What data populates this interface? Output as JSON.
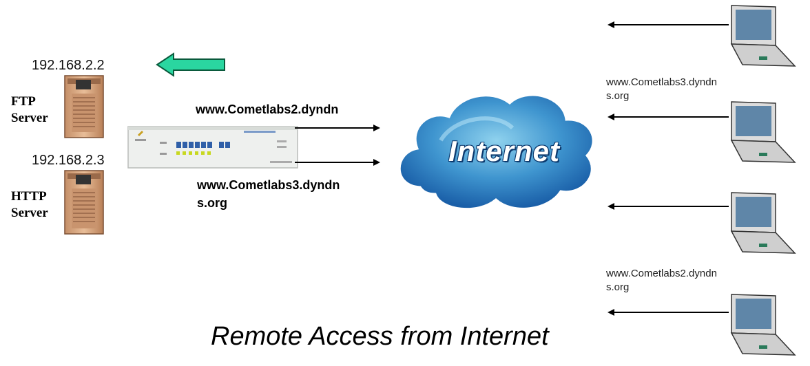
{
  "servers": [
    {
      "ip": "192.168.2.2",
      "label_line1": "FTP",
      "label_line2": "Server"
    },
    {
      "ip": "192.168.2.3",
      "label_line1": "HTTP",
      "label_line2": "Server"
    }
  ],
  "router": {
    "outbound_hosts": [
      {
        "line1": "www.Cometlabs2.dyndn",
        "line2": ""
      },
      {
        "line1": "www.Cometlabs3.dyndn",
        "line2": "s.org"
      }
    ]
  },
  "cloud": {
    "label": "Internet"
  },
  "remote_hosts": [
    {
      "line1": "www.Cometlabs3.dyndn",
      "line2": "s.org"
    },
    {
      "line1": "www.Cometlabs2.dyndn",
      "line2": "s.org"
    }
  ],
  "caption": "Remote Access from Internet",
  "colors": {
    "inbound_arrow": "#2ad6a0",
    "cloud_dark": "#1a5fa8",
    "cloud_light": "#8fd2ee",
    "server_body": "#d9a882",
    "laptop_screen": "#5f86a8"
  },
  "icons": [
    "ftp-server-icon",
    "http-server-icon",
    "router-switch-icon",
    "internet-cloud-icon",
    "laptop-icon"
  ]
}
